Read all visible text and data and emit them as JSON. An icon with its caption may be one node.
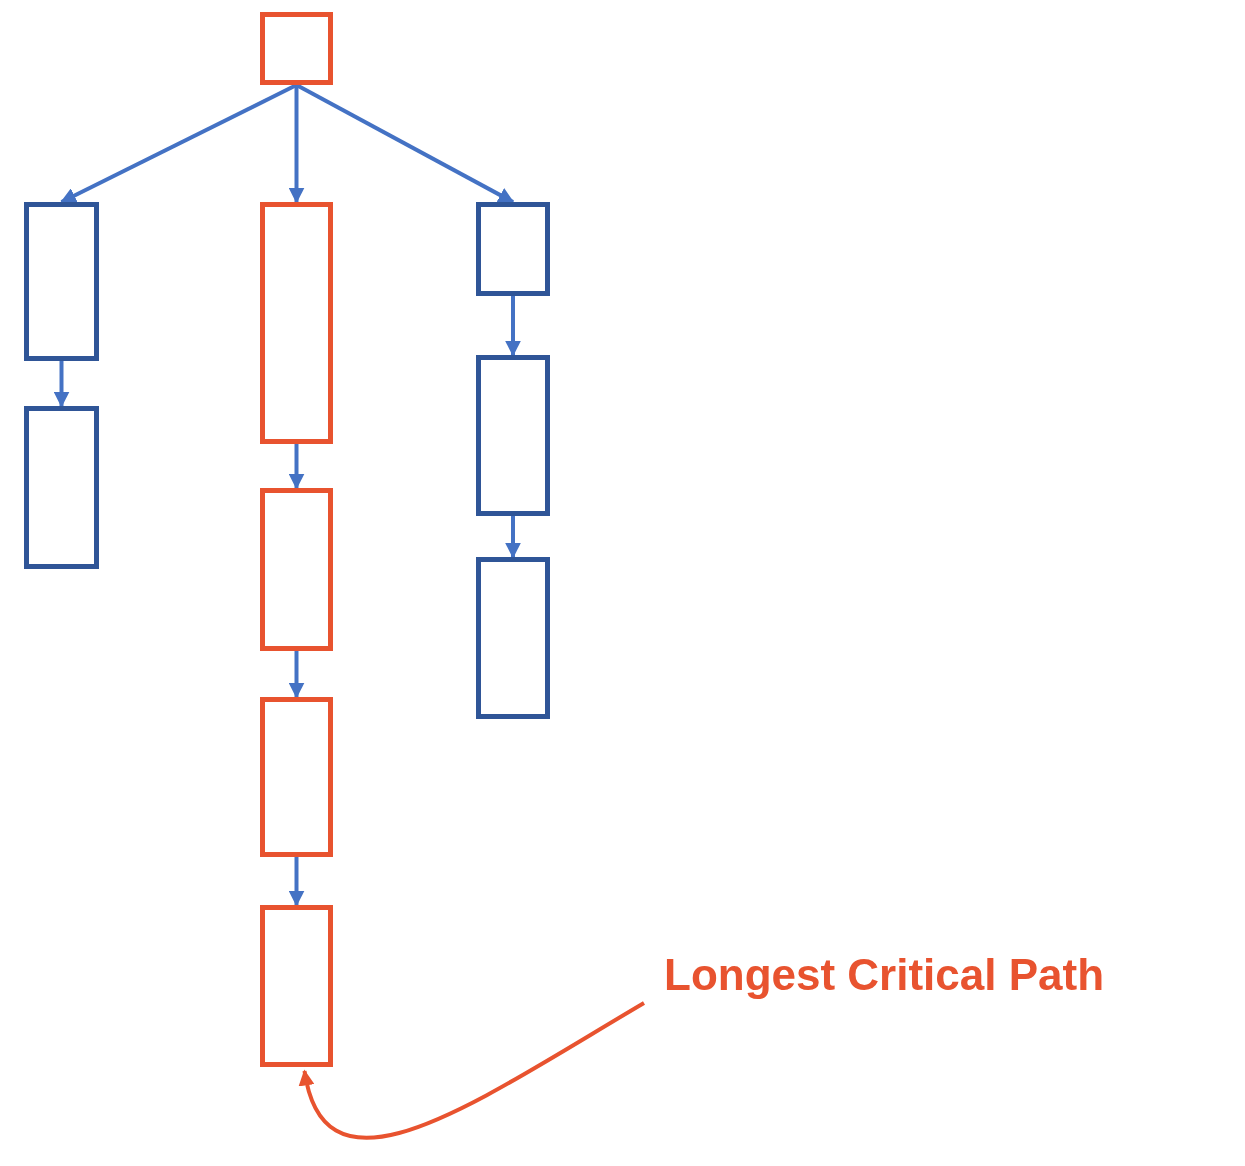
{
  "diagram": {
    "nodes": [
      {
        "text": [],
        "shape": "box"
      },
      {
        "text": [],
        "shape": "box"
      },
      {
        "text": [],
        "shape": "box"
      },
      {
        "text": [],
        "shape": "box"
      },
      {
        "text": [],
        "shape": "box"
      },
      {
        "text": [],
        "shape": "box"
      },
      {
        "text": [],
        "shape": "box"
      },
      {
        "text": [],
        "shape": "box"
      },
      {
        "text": [],
        "shape": "box"
      },
      {
        "text": [],
        "shape": "box"
      },
      {
        "text": [
          "Longest Critical Path"
        ]
      }
    ],
    "edges": [
      {
        "from": 0,
        "to": 1,
        "arrow": "to"
      },
      {
        "from": 0,
        "to": 3,
        "arrow": "to"
      },
      {
        "from": 0,
        "to": 7,
        "arrow": "to"
      },
      {
        "from": 1,
        "to": 2,
        "arrow": "to"
      },
      {
        "from": 3,
        "to": 4,
        "arrow": "to"
      },
      {
        "from": 4,
        "to": 5,
        "arrow": "to"
      },
      {
        "from": 5,
        "to": 6,
        "arrow": "to"
      },
      {
        "from": 7,
        "to": 8,
        "arrow": "to"
      },
      {
        "from": 8,
        "to": 9,
        "arrow": "to"
      },
      {
        "from": 10,
        "to": 6,
        "arrow": "to",
        "color": "#e8532f"
      }
    ]
  }
}
